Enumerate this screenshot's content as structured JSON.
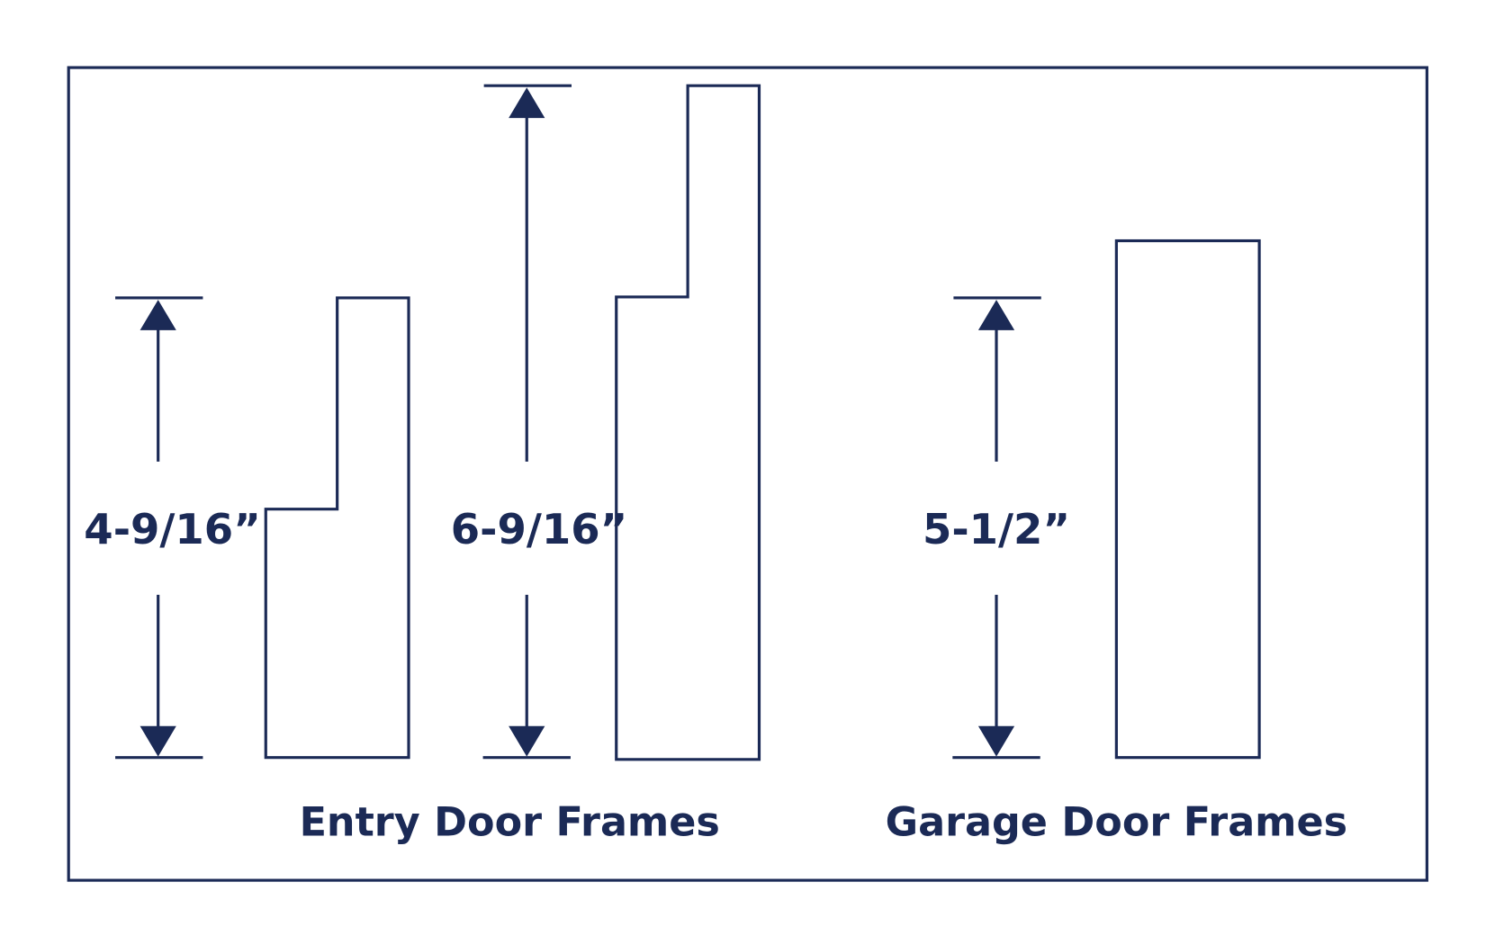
{
  "color": "#1b2a56",
  "dimensions": [
    {
      "label": "4-9/16”"
    },
    {
      "label": "6-9/16”"
    },
    {
      "label": "5-1/2”"
    }
  ],
  "captions": {
    "entry": "Entry Door Frames",
    "garage": "Garage Door Frames"
  }
}
